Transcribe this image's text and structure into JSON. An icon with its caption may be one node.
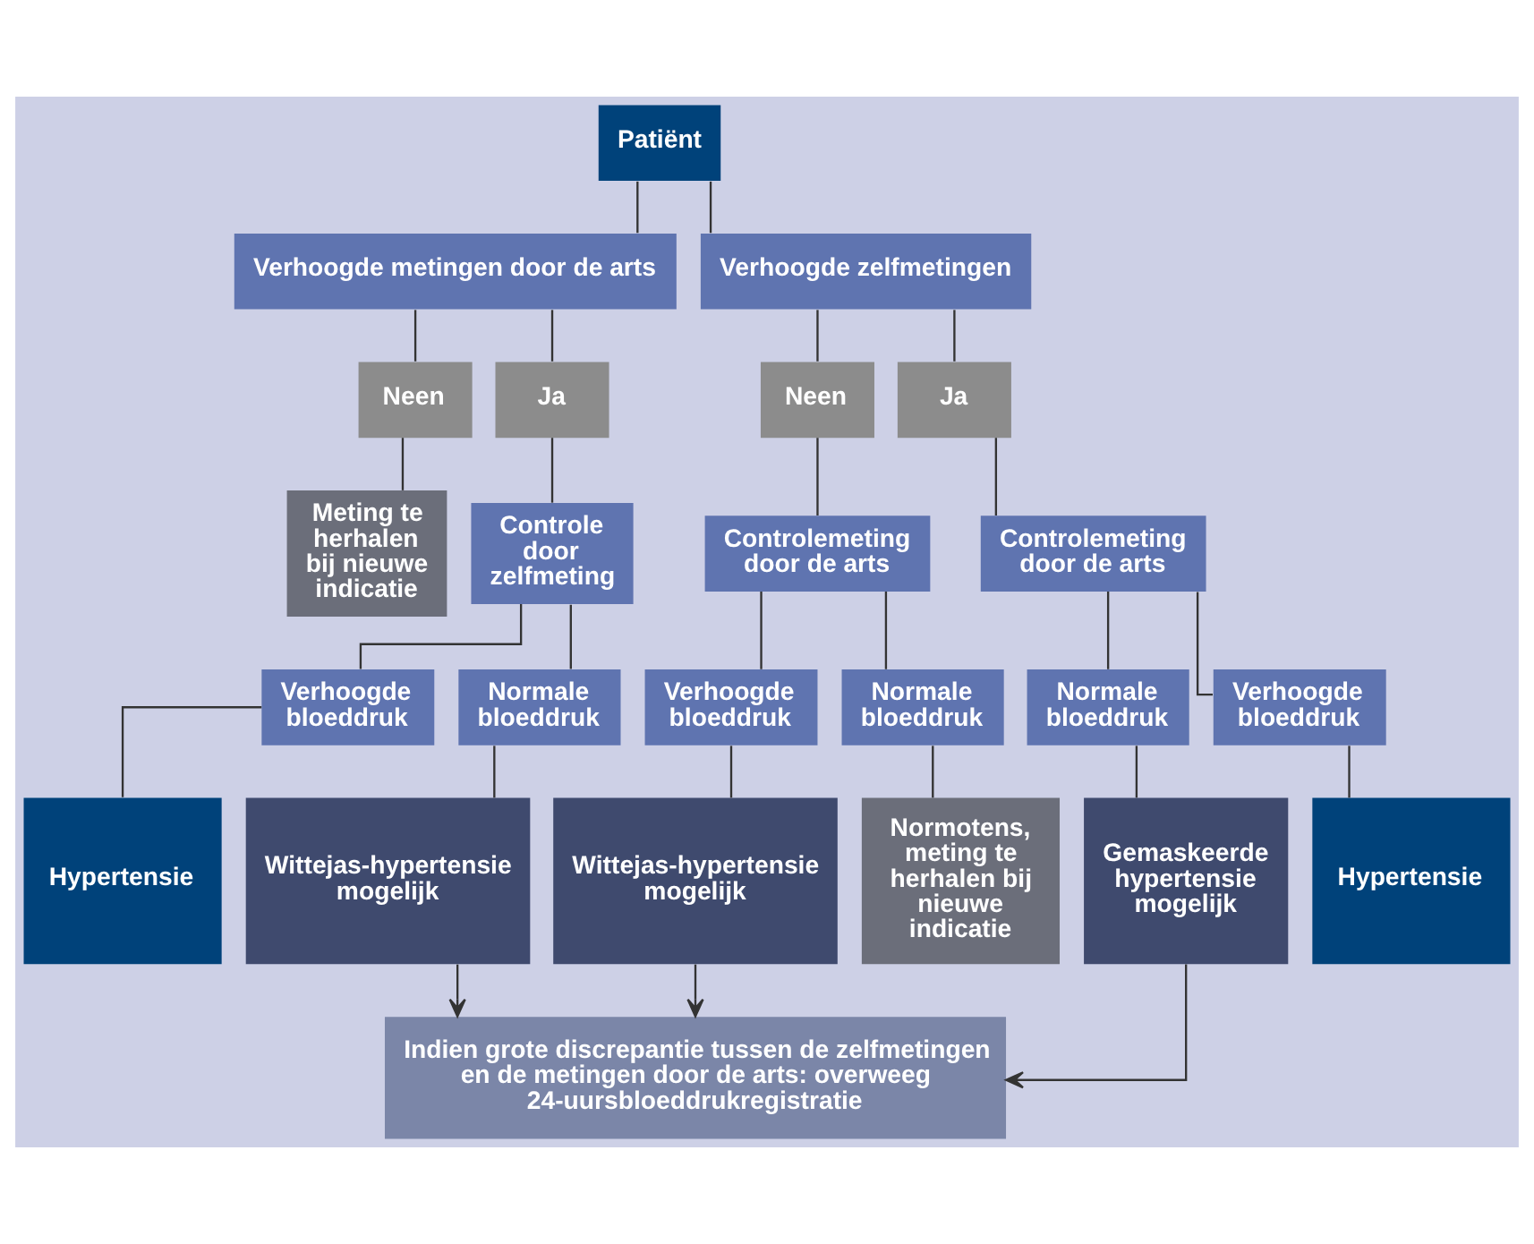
{
  "diagram": {
    "nodes": [
      {
        "text": [
          "Patiënt"
        ]
      },
      {
        "text": [
          "Verhoogde metingen door de arts"
        ]
      },
      {
        "text": [
          "Verhoogde zelfmetingen"
        ]
      },
      {
        "text": [
          "Neen"
        ]
      },
      {
        "text": [
          "Ja"
        ]
      },
      {
        "text": [
          "Meting te herhalen bij nieuwe indicatie"
        ]
      },
      {
        "text": [
          "Controle door zelfmeting"
        ]
      },
      {
        "text": [
          "Neen"
        ]
      },
      {
        "text": [
          "Ja"
        ]
      },
      {
        "text": [
          "Controlemeting door de arts"
        ]
      },
      {
        "text": [
          "Controlemeting door de arts"
        ]
      },
      {
        "text": [
          "Verhoogde bloeddruk"
        ]
      },
      {
        "text": [
          "Normale bloeddruk"
        ]
      },
      {
        "text": [
          "Verhoogde bloeddruk"
        ]
      },
      {
        "text": [
          "Normale bloeddruk"
        ]
      },
      {
        "text": [
          "Normale bloeddruk"
        ]
      },
      {
        "text": [
          "Verhoogde bloeddruk"
        ]
      },
      {
        "text": [
          "Hypertensie"
        ]
      },
      {
        "text": [
          "Wittejas-hypertensie mogelijk"
        ]
      },
      {
        "text": [
          "Wittejas-hypertensie mogelijk"
        ]
      },
      {
        "text": [
          "Normotens, meting te herhalen bij nieuwe indicatie"
        ]
      },
      {
        "text": [
          "Gemaskeerde hypertensie mogelijk"
        ]
      },
      {
        "text": [
          "Hypertensie"
        ]
      },
      {
        "text": [
          "Indien grote discrepantie tussen de zelfmetingen en de metingen door de arts: overweeg 24-uursbloeddrukregistratie"
        ]
      }
    ],
    "edges": [
      {
        "from": 0,
        "to": 1,
        "arrow": "none"
      },
      {
        "from": 0,
        "to": 2,
        "arrow": "none"
      },
      {
        "from": 1,
        "to": 3,
        "arrow": "none"
      },
      {
        "from": 1,
        "to": 4,
        "arrow": "none"
      },
      {
        "from": 3,
        "to": 5,
        "arrow": "none"
      },
      {
        "from": 4,
        "to": 6,
        "arrow": "none"
      },
      {
        "from": 2,
        "to": 7,
        "arrow": "none"
      },
      {
        "from": 2,
        "to": 8,
        "arrow": "none"
      },
      {
        "from": 7,
        "to": 9,
        "arrow": "none"
      },
      {
        "from": 8,
        "to": 10,
        "arrow": "none"
      },
      {
        "from": 6,
        "to": 11,
        "arrow": "none"
      },
      {
        "from": 6,
        "to": 12,
        "arrow": "none"
      },
      {
        "from": 9,
        "to": 13,
        "arrow": "none"
      },
      {
        "from": 9,
        "to": 14,
        "arrow": "none"
      },
      {
        "from": 10,
        "to": 15,
        "arrow": "none"
      },
      {
        "from": 10,
        "to": 16,
        "arrow": "none"
      },
      {
        "from": 11,
        "to": 17,
        "arrow": "none"
      },
      {
        "from": 12,
        "to": 18,
        "arrow": "none"
      },
      {
        "from": 13,
        "to": 19,
        "arrow": "none"
      },
      {
        "from": 14,
        "to": 20,
        "arrow": "none"
      },
      {
        "from": 15,
        "to": 21,
        "arrow": "none"
      },
      {
        "from": 16,
        "to": 22,
        "arrow": "none"
      },
      {
        "from": 18,
        "to": 23,
        "arrow": "to"
      },
      {
        "from": 19,
        "to": 23,
        "arrow": "to"
      },
      {
        "from": 21,
        "to": 23,
        "arrow": "to"
      }
    ]
  }
}
